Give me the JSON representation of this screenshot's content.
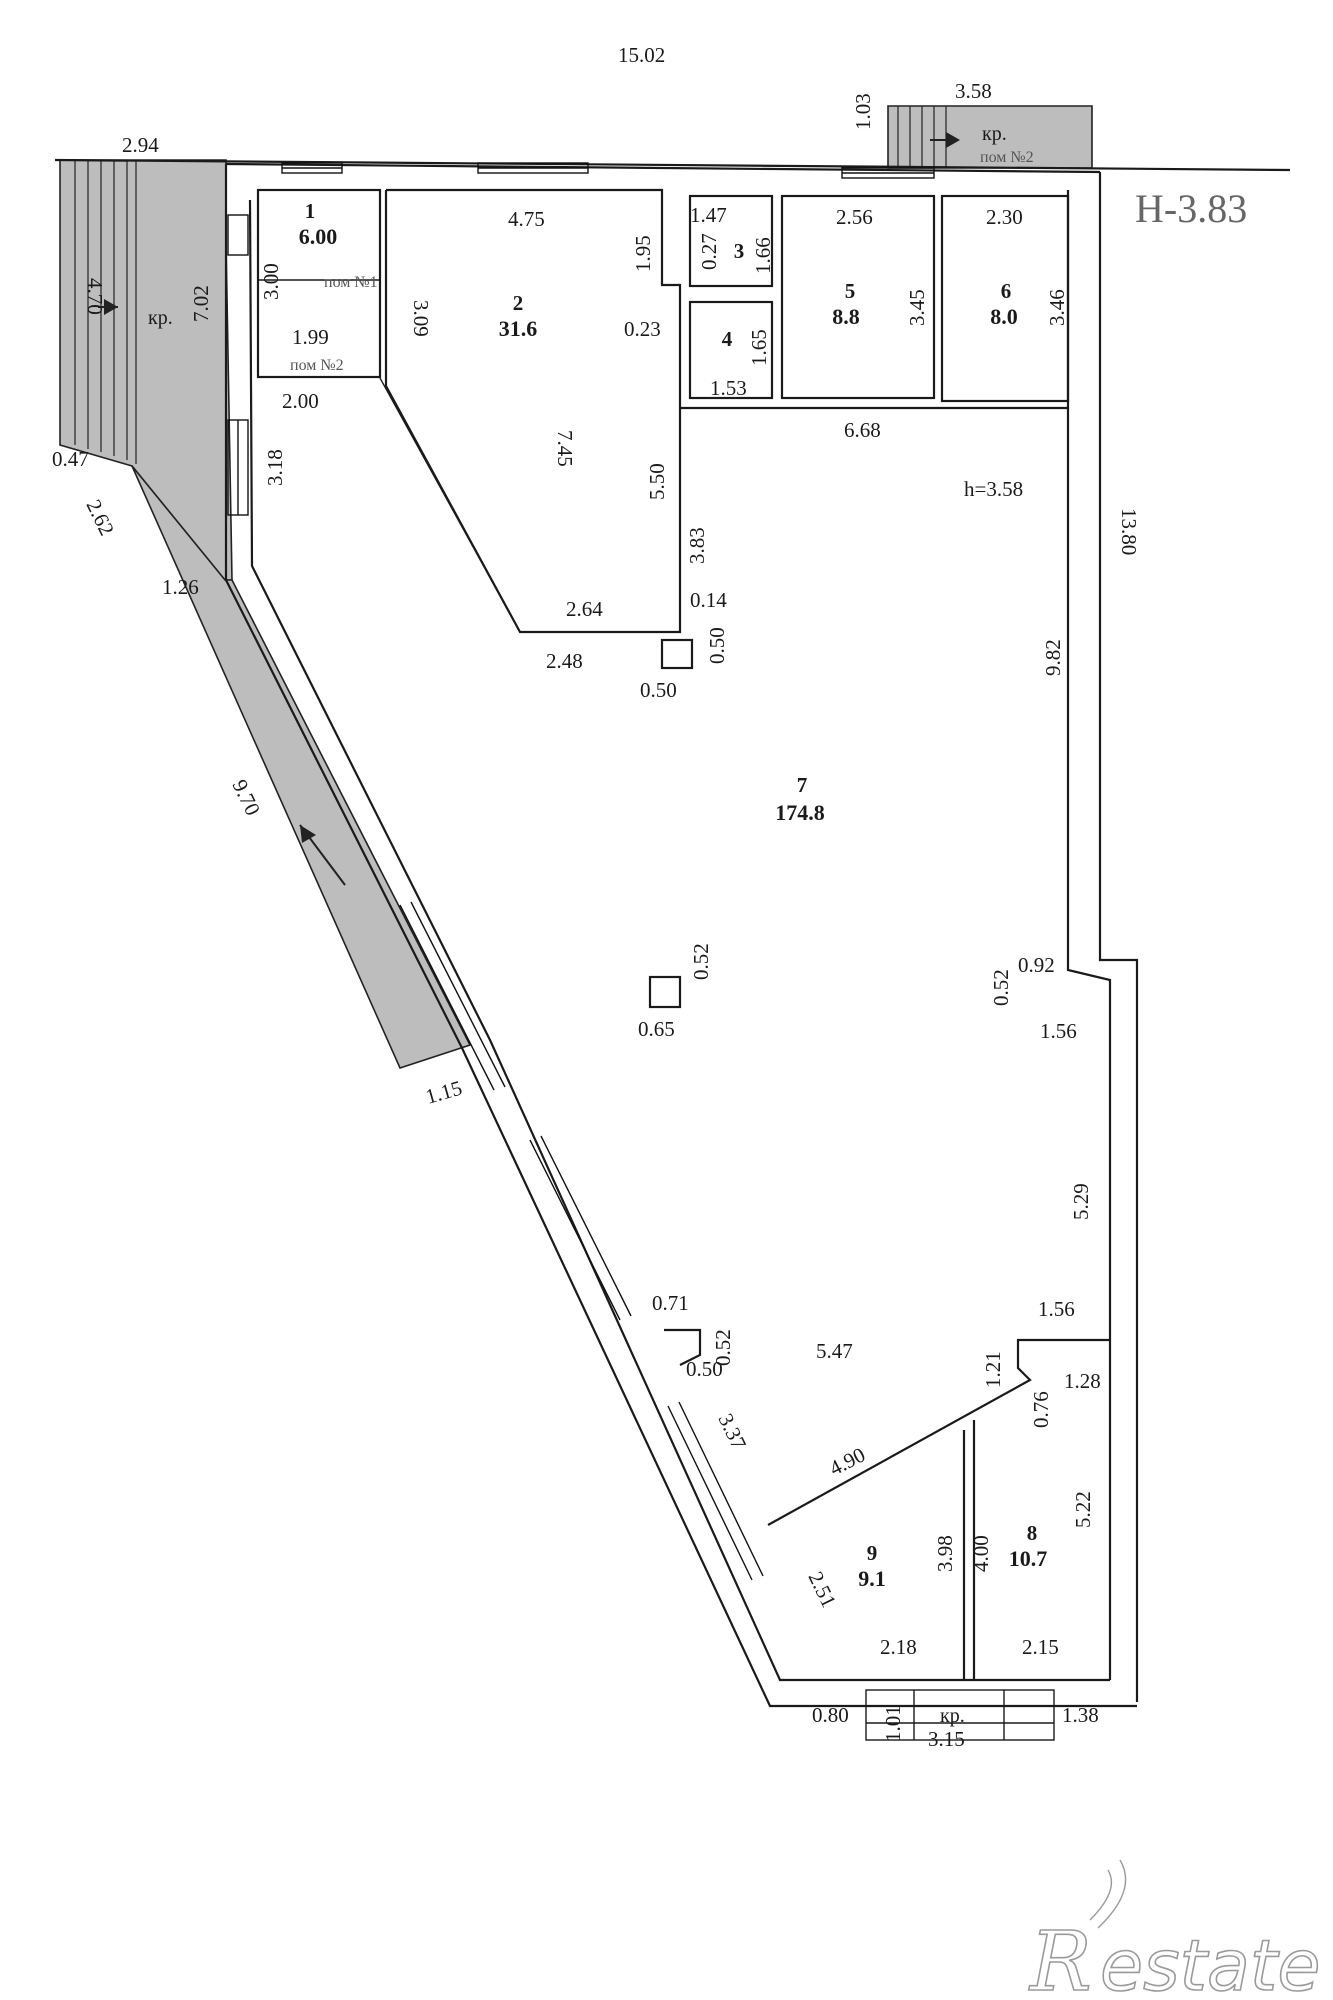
{
  "level_label": "H-3.83",
  "ceiling_height": "h=3.58",
  "watermark": "Restate",
  "stair_label": "кр.",
  "rooms": [
    {
      "no": "1",
      "area": "6.00"
    },
    {
      "no": "2",
      "area": "31.6"
    },
    {
      "no": "3",
      "area": ""
    },
    {
      "no": "4",
      "area": ""
    },
    {
      "no": "5",
      "area": "8.8"
    },
    {
      "no": "6",
      "area": "8.0"
    },
    {
      "no": "7",
      "area": "174.8"
    },
    {
      "no": "8",
      "area": "10.7"
    },
    {
      "no": "9",
      "area": "9.1"
    }
  ],
  "premise_labels": {
    "pom1": "пом №1",
    "pom2_left": "пом №2",
    "pom2_top": "пом №2"
  },
  "dimensions": {
    "overall_top": "15.02",
    "top_left": "2.94",
    "top_stair_width": "3.58",
    "top_stair_depth": "1.03",
    "left_stair_len": "4.70",
    "left_stair_7": "7.02",
    "r1_h": "3.00",
    "r1_w": "1.99",
    "r2_top": "4.75",
    "r2_left": "3.09",
    "r2_right_top": "1.95",
    "r2_notch": "0.23",
    "r2_inner": "7.45",
    "r2_right": "5.50",
    "r2_bottom_a": "2.64",
    "r2_bottom_b": "2.48",
    "r3_top": "1.47",
    "r3_h": "1.66",
    "r3_small": "0.27",
    "r4_h": "1.65",
    "r4_w": "1.53",
    "r5_top": "2.56",
    "r5_h": "3.45",
    "r6_top": "2.30",
    "r6_h": "3.46",
    "r7_top": "6.68",
    "r7_right": "9.82",
    "r7_outer_right": "13.80",
    "corridor_w": "2.00",
    "corridor_h": "3.18",
    "col_left": "3.83",
    "col_a": "0.14",
    "col_b": "0.50",
    "col_c": "0.50",
    "ramp_047": "0.47",
    "ramp_262": "2.62",
    "ramp_126": "1.26",
    "ramp_970": "9.70",
    "ramp_115": "1.15",
    "pillar_w": "0.65",
    "pillar_h": "0.52",
    "step_092": "0.92",
    "step_052": "0.52",
    "step_156a": "1.56",
    "r7_529": "5.29",
    "step_156b": "1.56",
    "step_121": "1.21",
    "col2_w": "0.71",
    "col2_h": "0.52",
    "col2_b": "0.50",
    "r7_547": "5.47",
    "r7_337": "3.37",
    "r7_490": "4.90",
    "r8_076": "0.76",
    "r8_128": "1.28",
    "r8_522": "5.22",
    "r8_400": "4.00",
    "r9_398": "3.98",
    "r9_251": "2.51",
    "r9_218": "2.18",
    "r8_215": "2.15",
    "bot_080": "0.80",
    "bot_101": "1.01",
    "bot_315": "3.15",
    "bot_138": "1.38"
  },
  "colors": {
    "stair_fill": "#bdbdbd",
    "level_text": "#666666",
    "watermark": "#9a9a9a"
  }
}
